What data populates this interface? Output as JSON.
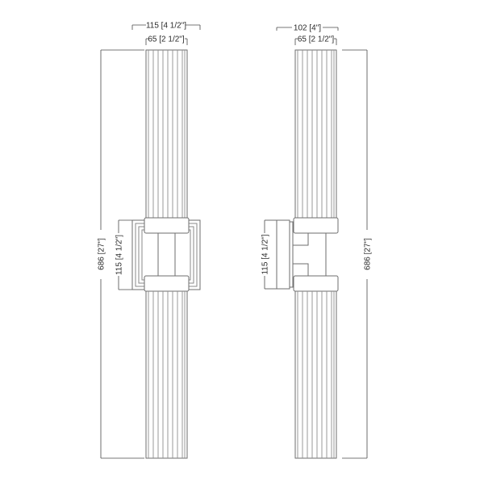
{
  "drawing": {
    "type": "technical-dimension-drawing",
    "subject": "fluted double wall sconce",
    "units": "mm [in]"
  },
  "front_view": {
    "overall_width_label": "115 [4 1/2\"]",
    "shade_width_label": "65 [2 1/2\"]",
    "height_label": "686 [27\"]",
    "backplate_height_label": "115 [4 1/2\"]"
  },
  "side_view": {
    "overall_depth_label": "102 [4\"]",
    "shade_width_label": "65 [2 1/2\"]",
    "height_label": "686 [27\"]",
    "backplate_height_label": "115 [4 1/2\"]"
  },
  "colors": {
    "line": "#6e6e6e",
    "flute": "#8f8f8f",
    "text": "#2a2a2a",
    "background": "#ffffff"
  }
}
